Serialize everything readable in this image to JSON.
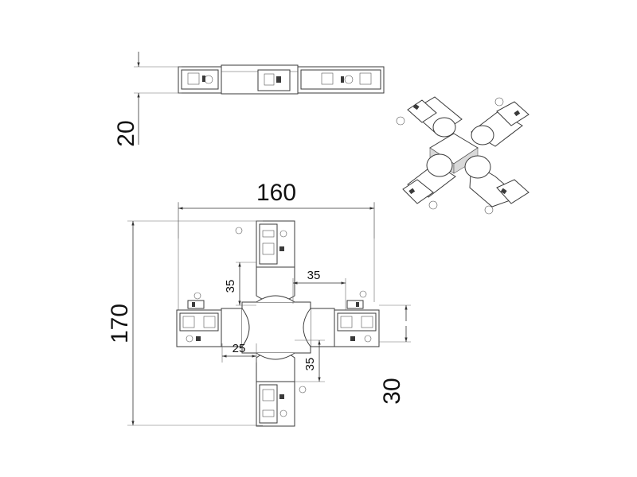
{
  "dimensions": {
    "height_side": "20",
    "width_total": "160",
    "height_total": "170",
    "arm_length_top": "35",
    "arm_width_right": "35",
    "arm_width_left": "25",
    "arm_length_bottom": "35",
    "track_width": "30"
  },
  "colors": {
    "line": "#3a3a3a",
    "background": "#ffffff"
  }
}
